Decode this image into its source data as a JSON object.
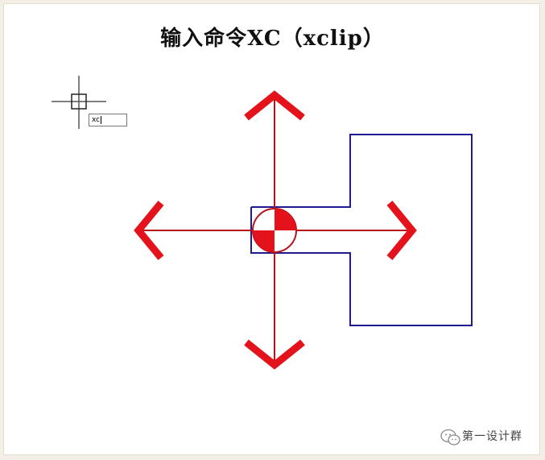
{
  "title": "输入命令XC（xclip）",
  "command_line": {
    "typed_text": "xc"
  },
  "watermark": {
    "text": "第一设计群",
    "icon": "wechat-icon"
  },
  "colors": {
    "arrow_red": "#e3121b",
    "axis_red": "#b5121b",
    "clip_outline_blue": "#1f1a8f",
    "crosshair_gray": "#555555"
  },
  "icons": [
    "crosshair-cursor-icon",
    "move-grip-icon",
    "arrow-up-icon",
    "arrow-down-icon",
    "arrow-left-icon",
    "arrow-right-icon"
  ]
}
